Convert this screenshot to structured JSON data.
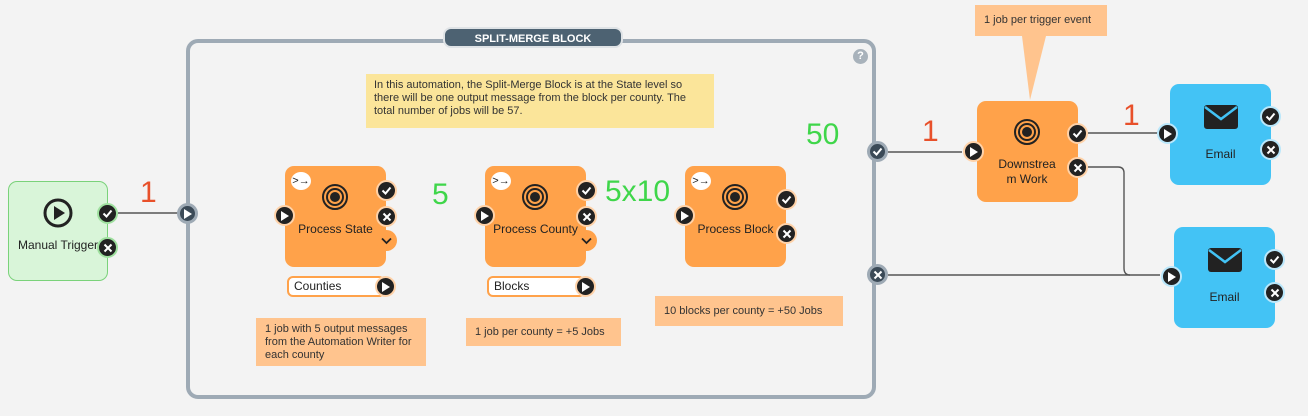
{
  "block": {
    "title": "SPLIT-MERGE BLOCK",
    "help": "?"
  },
  "info_note": "In this automation, the Split-Merge Block is at the State level so there will be one output message from the block per county. The total number of jobs will be 57.",
  "nodes": {
    "manual_trigger": "Manual Trigger",
    "process_state": "Process State",
    "process_county": "Process County",
    "process_block": "Process Block",
    "downstream_work": "Downstrea m  Work",
    "email_top": "Email",
    "email_bottom": "Email"
  },
  "inputs": {
    "counties": "Counties",
    "blocks": "Blocks"
  },
  "callouts": {
    "state": "1 job with 5 output messages from the Automation Writer for each county",
    "county": "1 job per county = +5 Jobs",
    "block": "10 blocks per county = +50 Jobs",
    "downstream": "1 job per trigger event"
  },
  "counts": {
    "after_trigger": "1",
    "after_state": "5",
    "after_county": "5x10",
    "after_block": "50",
    "into_downstream": "1",
    "into_email": "1"
  },
  "colors": {
    "node_orange": "#ffa24a",
    "node_blue": "#43c3f5",
    "trigger_green": "#d9f5d9",
    "block_frame": "#9eaab5",
    "count_red": "#e8502a",
    "count_green": "#3fd64a",
    "note_yellow": "#fbe59a",
    "callout_peach": "#ffc48e"
  }
}
